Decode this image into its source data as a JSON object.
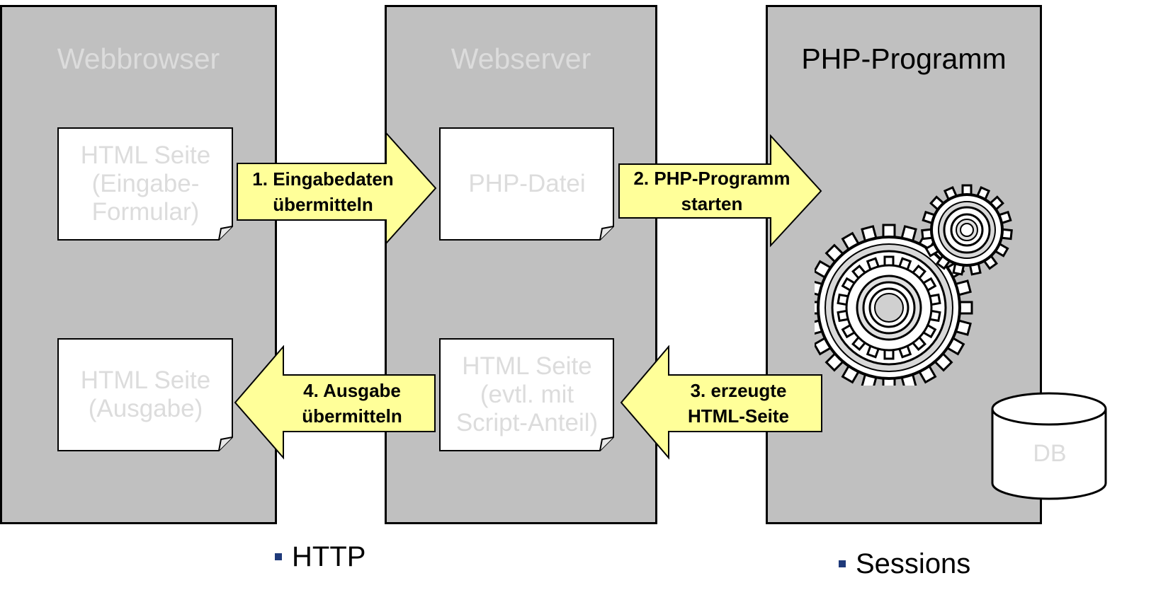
{
  "columns": {
    "webbrowser": {
      "title": "Webbrowser"
    },
    "webserver": {
      "title": "Webserver"
    },
    "php": {
      "title": "PHP-Programm"
    }
  },
  "documents": {
    "html_input": {
      "lines": [
        "HTML Seite",
        "(Eingabe-",
        "Formular)"
      ]
    },
    "php_file": {
      "lines": [
        "PHP-Datei"
      ]
    },
    "html_output": {
      "lines": [
        "HTML Seite",
        "(Ausgabe)"
      ]
    },
    "html_script": {
      "lines": [
        "HTML Seite",
        "(evtl. mit",
        "Script-Anteil)"
      ]
    }
  },
  "arrows": {
    "step1": {
      "lines": [
        "1. Eingabedaten",
        "übermitteln"
      ],
      "direction": "right"
    },
    "step2": {
      "lines": [
        "2. PHP-Programm",
        "starten"
      ],
      "direction": "right"
    },
    "step3": {
      "lines": [
        "3. erzeugte",
        "HTML-Seite"
      ],
      "direction": "left"
    },
    "step4": {
      "lines": [
        "4. Ausgabe",
        "übermitteln"
      ],
      "direction": "left"
    }
  },
  "database": {
    "label": "DB"
  },
  "bullets": {
    "http": "HTTP",
    "sessions": "Sessions"
  },
  "colors": {
    "column_fill": "#c0c0c0",
    "arrow_fill": "#ffff99",
    "faded_text": "#dcdcdc",
    "bullet": "#1f3a7a"
  },
  "icons": {
    "gears": "gears-icon"
  }
}
